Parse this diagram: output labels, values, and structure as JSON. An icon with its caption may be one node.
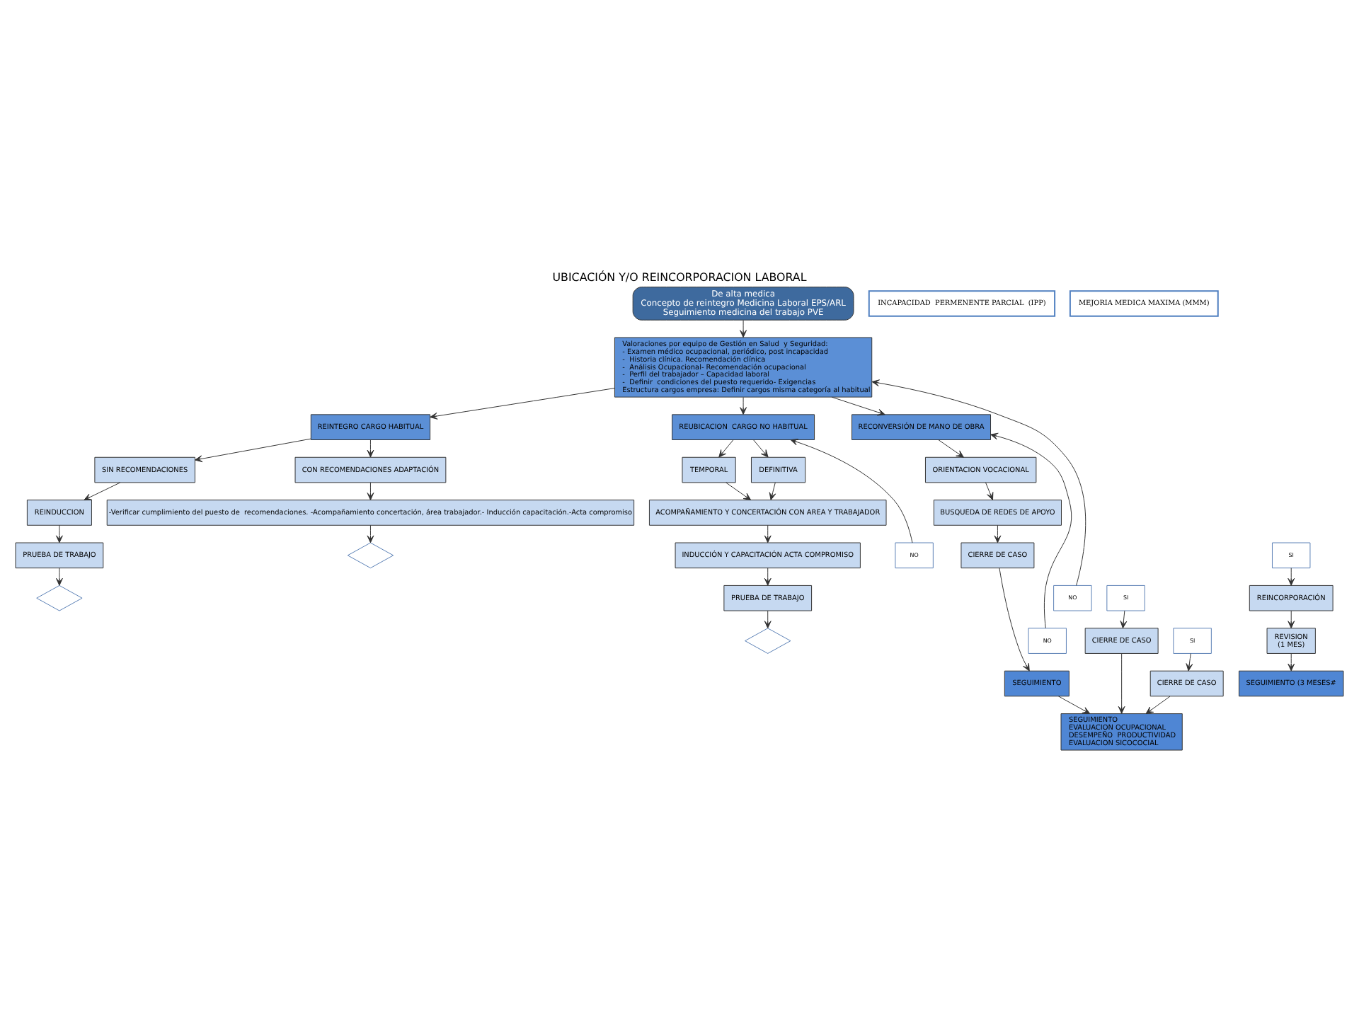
{
  "diagram": {
    "title": "UBICACIÓN Y/O REINCORPORACION LABORAL",
    "nodes": [
      {
        "text": [
          "De alta medica",
          "Concepto de reintegro Medicina Laboral EPS/ARL",
          "Seguimiento medicina del trabajo PVE"
        ]
      },
      {
        "text": [
          "INCAPACIDAD  PERMENENTE PARCIAL  (IPP)"
        ]
      },
      {
        "text": [
          "MEJORIA MEDICA MAXIMA (MMM)"
        ]
      },
      {
        "text": [
          "Valoraciones por equipo de Gestión en Salud  y Seguridad:",
          "- Examen médico ocupacional, periódico, post incapacidad",
          "-  Historia clínica. Recomendación clínica",
          "-  Análisis Ocupacional- Recomendación ocupacional",
          "-  Perfil del trabajador – Capacidad laboral",
          "-  Definir  condiciones del puesto requerido- Exigencias",
          "Estructura cargos empresa: Definir cargos misma categoría al habitual"
        ]
      },
      {
        "text": [
          "REINTEGRO CARGO HABITUAL"
        ]
      },
      {
        "text": [
          "REUBICACION  CARGO NO HABITUAL"
        ]
      },
      {
        "text": [
          "RECONVERSIÓN DE MANO DE OBRA"
        ]
      },
      {
        "text": [
          "SIN RECOMENDACIONES"
        ]
      },
      {
        "text": [
          "CON RECOMENDACIONES ADAPTACIÓN"
        ]
      },
      {
        "text": [
          "REINDUCCION"
        ]
      },
      {
        "text": [
          "PRUEBA DE TRABAJO"
        ]
      },
      {
        "text": [],
        "shape": "diamond"
      },
      {
        "text": [
          "NO"
        ]
      },
      {
        "text": [
          "SI"
        ]
      },
      {
        "text": [
          "-Verificar cumplimiento del puesto de  recomendaciones. -Acompañamiento concertación, área trabajador.- Inducción capacitación.-Acta compromiso"
        ]
      },
      {
        "text": [],
        "shape": "diamond"
      },
      {
        "text": [
          "SI"
        ]
      },
      {
        "text": [
          "NO"
        ]
      },
      {
        "text": [
          "CIERRE DE CASO"
        ]
      },
      {
        "text": [
          "REINCORPORACIÓN"
        ]
      },
      {
        "text": [
          "REVISION",
          "(1 MES)"
        ]
      },
      {
        "text": [
          "SEGUIMIENTO (3 MESES#"
        ]
      },
      {
        "text": [
          "TEMPORAL"
        ]
      },
      {
        "text": [
          "DEFINITIVA"
        ]
      },
      {
        "text": [
          "ACOMPAÑAMIENTO Y CONCERTACIÓN CON AREA Y TRABAJADOR"
        ]
      },
      {
        "text": [
          "INDUCCIÓN Y CAPACITACIÓN ACTA COMPROMISO"
        ]
      },
      {
        "text": [
          "PRUEBA DE TRABAJO"
        ]
      },
      {
        "text": [],
        "shape": "diamond"
      },
      {
        "text": [
          "SI"
        ]
      },
      {
        "text": [
          "NO"
        ]
      },
      {
        "text": [
          "CIERRE DE CASO"
        ]
      },
      {
        "text": [
          "ORIENTACION VOCACIONAL"
        ]
      },
      {
        "text": [
          "BUSQUEDA DE REDES DE APOYO"
        ]
      },
      {
        "text": [
          "CIERRE DE CASO"
        ]
      },
      {
        "text": [
          "SEGUIMIENTO"
        ]
      },
      {
        "text": [
          "SEGUIMIENTO",
          "EVALUACION OCUPACIONAL",
          "DESEMPEÑO  PRODUCTIVIDAD",
          "EVALUACION SICOCOCIAL"
        ]
      }
    ],
    "edges": [
      {
        "from": 0,
        "to": 3,
        "arrow": "to"
      },
      {
        "from": 3,
        "to": 4,
        "arrow": "to"
      },
      {
        "from": 3,
        "to": 5,
        "arrow": "to"
      },
      {
        "from": 3,
        "to": 6,
        "arrow": "to"
      },
      {
        "from": 4,
        "to": 7,
        "arrow": "to"
      },
      {
        "from": 4,
        "to": 8,
        "arrow": "to"
      },
      {
        "from": 7,
        "to": 9,
        "arrow": "to"
      },
      {
        "from": 9,
        "to": 10,
        "arrow": "to"
      },
      {
        "from": 10,
        "to": 11,
        "arrow": "to"
      },
      {
        "from": 12,
        "to": 3,
        "arrow": "to"
      },
      {
        "from": 13,
        "to": 18,
        "arrow": "to"
      },
      {
        "from": 8,
        "to": 14,
        "arrow": "to"
      },
      {
        "from": 14,
        "to": 15,
        "arrow": "to"
      },
      {
        "from": 16,
        "to": 19,
        "arrow": "to"
      },
      {
        "from": 17,
        "to": 5,
        "arrow": "to"
      },
      {
        "from": 19,
        "to": 20,
        "arrow": "to"
      },
      {
        "from": 20,
        "to": 21,
        "arrow": "to"
      },
      {
        "from": 5,
        "to": 22,
        "arrow": "to"
      },
      {
        "from": 5,
        "to": 23,
        "arrow": "to"
      },
      {
        "from": 22,
        "to": 24,
        "arrow": "to"
      },
      {
        "from": 23,
        "to": 24,
        "arrow": "to"
      },
      {
        "from": 24,
        "to": 25,
        "arrow": "to"
      },
      {
        "from": 25,
        "to": 26,
        "arrow": "to"
      },
      {
        "from": 26,
        "to": 27,
        "arrow": "to"
      },
      {
        "from": 28,
        "to": 30,
        "arrow": "to"
      },
      {
        "from": 29,
        "to": 6,
        "arrow": "to"
      },
      {
        "from": 6,
        "to": 31,
        "arrow": "to"
      },
      {
        "from": 31,
        "to": 32,
        "arrow": "to"
      },
      {
        "from": 32,
        "to": 33,
        "arrow": "to"
      },
      {
        "from": 33,
        "to": 34,
        "arrow": "to"
      },
      {
        "from": 18,
        "to": 35,
        "arrow": "to"
      },
      {
        "from": 30,
        "to": 35,
        "arrow": "to"
      },
      {
        "from": 34,
        "to": 35,
        "arrow": "to"
      }
    ]
  }
}
